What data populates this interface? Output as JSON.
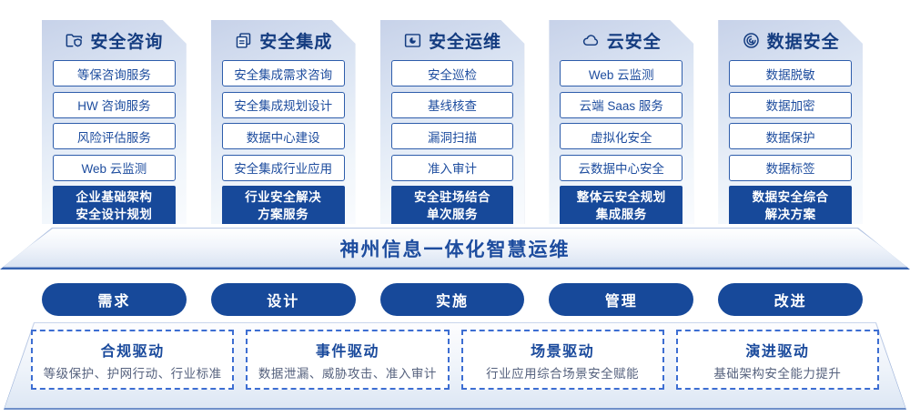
{
  "banner": {
    "title": "神州信息一体化智慧运维"
  },
  "columns": [
    {
      "title": "安全咨询",
      "icon": "folder-shield-icon",
      "items": [
        "等保咨询服务",
        "HW 咨询服务",
        "风险评估服务",
        "Web 云监测"
      ],
      "footer_line1": "企业基础架构",
      "footer_line2": "安全设计规划"
    },
    {
      "title": "安全集成",
      "icon": "documents-icon",
      "items": [
        "安全集成需求咨询",
        "安全集成规划设计",
        "数据中心建设",
        "安全集成行业应用"
      ],
      "footer_line1": "行业安全解决",
      "footer_line2": "方案服务"
    },
    {
      "title": "安全运维",
      "icon": "folder-pie-icon",
      "items": [
        "安全巡检",
        "基线核查",
        "漏洞扫描",
        "准入审计"
      ],
      "footer_line1": "安全驻场结合",
      "footer_line2": "单次服务"
    },
    {
      "title": "云安全",
      "icon": "cloud-icon",
      "items": [
        "Web 云监测",
        "云端 Saas 服务",
        "虚拟化安全",
        "云数据中心安全"
      ],
      "footer_line1": "整体云安全规划",
      "footer_line2": "集成服务"
    },
    {
      "title": "数据安全",
      "icon": "data-spiral-icon",
      "items": [
        "数据脱敏",
        "数据加密",
        "数据保护",
        "数据标签"
      ],
      "footer_line1": "数据安全综合",
      "footer_line2": "解决方案"
    }
  ],
  "process": {
    "steps": [
      "需求",
      "设计",
      "实施",
      "管理",
      "改进"
    ]
  },
  "drivers": [
    {
      "title": "合规驱动",
      "desc": "等级保护、护网行动、行业标准"
    },
    {
      "title": "事件驱动",
      "desc": "数据泄漏、威胁攻击、准入审计"
    },
    {
      "title": "场景驱动",
      "desc": "行业应用综合场景安全赋能"
    },
    {
      "title": "演进驱动",
      "desc": "基础架构安全能力提升"
    }
  ],
  "colors": {
    "primary_blue": "#17499a",
    "item_border_blue": "#2e5dab",
    "item_text_blue": "#1d4c9e",
    "header_navy": "#143c80",
    "dashed_border_blue": "#3d6ed2",
    "description_gray_blue": "#56627e",
    "card_gradient_top": "#c7d2e9",
    "card_gradient_bottom": "#f9fbfe"
  }
}
